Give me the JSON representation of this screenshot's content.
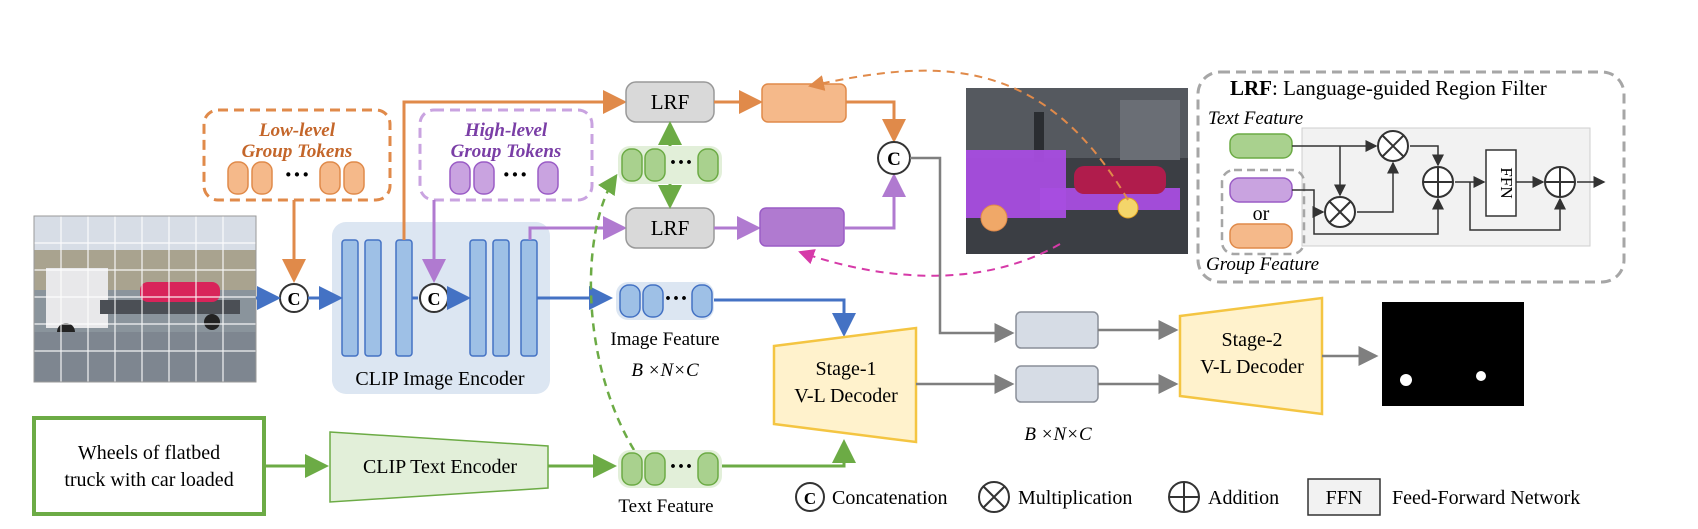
{
  "lrf_panel": {
    "title_bold": "LRF",
    "title_rest": ": Language-guided Region Filter",
    "text_feature": "Text Feature",
    "or": "or",
    "group_feature": "Group Feature",
    "ffn": "FFN"
  },
  "low_level": {
    "line1": "Low-level",
    "line2": "Group Tokens"
  },
  "high_level": {
    "line1": "High-level",
    "line2": "Group Tokens"
  },
  "lrf_top": "LRF",
  "lrf_mid": "LRF",
  "concat_symbol": "C",
  "encoder_label": "CLIP Image Encoder",
  "image_feature": {
    "label": "Image Feature",
    "dims": "B ×N×C"
  },
  "stage1": {
    "line1": "Stage-1",
    "line2": "V-L Decoder"
  },
  "stage2": {
    "line1": "Stage-2",
    "line2": "V-L Decoder"
  },
  "bnc_mid": "B ×N×C",
  "text_input": {
    "line1": "Wheels of flatbed",
    "line2": "truck with car loaded"
  },
  "text_encoder": "CLIP Text Encoder",
  "text_feature_bottom": "Text Feature",
  "legend": {
    "concat": "Concatenation",
    "mult": "Multiplication",
    "add": "Addition",
    "ffn_box": "FFN",
    "ffn_desc": "Feed-Forward Network"
  },
  "colors": {
    "orange": "#e08a4a",
    "purple": "#b07ad0",
    "green": "#6cab45",
    "blue": "#4472c4",
    "gray": "#7f7f7f",
    "yellow": "#f4d56a",
    "magenta": "#d63aa8"
  }
}
